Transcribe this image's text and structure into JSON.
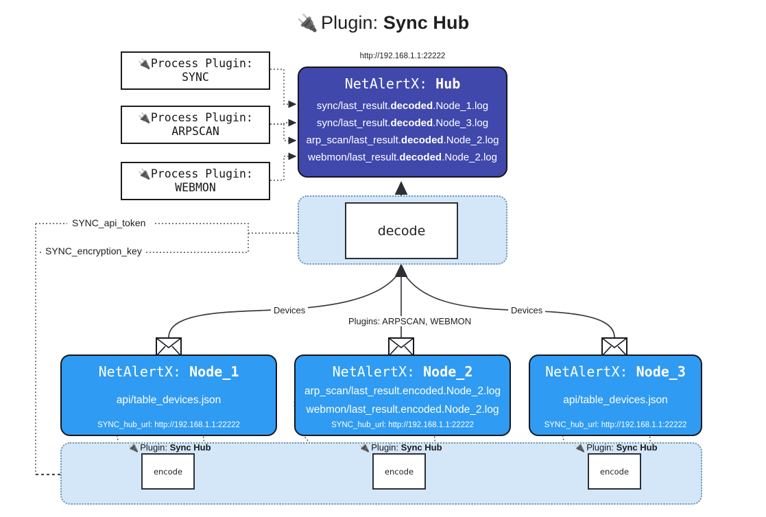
{
  "title": {
    "icon": "plug-icon",
    "prefix": "Plugin:",
    "name": "Sync Hub"
  },
  "process_plugins": [
    {
      "icon": "plug-icon",
      "line1": "Process Plugin:",
      "line2": "SYNC"
    },
    {
      "icon": "plug-icon",
      "line1": "Process Plugin:",
      "line2": "ARPSCAN"
    },
    {
      "icon": "plug-icon",
      "line1": "Process Plugin:",
      "line2": "WEBMON"
    }
  ],
  "hub": {
    "url": "http://192.168.1.1:22222",
    "title_prefix": "NetAlertX:",
    "title_name": "Hub",
    "lines": [
      {
        "pre": "sync/last_result.",
        "mid": "decoded",
        "post": ".Node_1.log"
      },
      {
        "pre": "sync/last_result.",
        "mid": "decoded",
        "post": ".Node_3.log"
      },
      {
        "pre": "arp_scan/last_result.",
        "mid": "decoded",
        "post": ".Node_2.log"
      },
      {
        "pre": "webmon/last_result.",
        "mid": "decoded",
        "post": ".Node_2.log"
      }
    ],
    "color": "#4048ac"
  },
  "decode": {
    "label": "decode",
    "region_color": "#d4e7f9"
  },
  "tokens": {
    "api_token": "SYNC_api_token",
    "encryption_key": "SYNC_encryption_key"
  },
  "edge_labels": {
    "devices_left": "Devices",
    "devices_right": "Devices",
    "plugins_center": "Plugins: ARPSCAN, WEBMON"
  },
  "nodes": [
    {
      "title_prefix": "NetAlertX:",
      "title_name": "Node_1",
      "lines": [
        "api/table_devices.json"
      ],
      "footer": "SYNC_hub_url: http://192.168.1.1:22222",
      "icon": "envelope-icon",
      "color": "#2f9bf2"
    },
    {
      "title_prefix": "NetAlertX:",
      "title_name": "Node_2",
      "lines": [
        "arp_scan/last_result.encoded.Node_2.log",
        "webmon/last_result.encoded.Node_2.log"
      ],
      "footer": "SYNC_hub_url: http://192.168.1.1:22222",
      "icon": "envelope-icon",
      "color": "#2f9bf2"
    },
    {
      "title_prefix": "NetAlertX:",
      "title_name": "Node_3",
      "lines": [
        "api/table_devices.json"
      ],
      "footer": "SYNC_hub_url: http://192.168.1.1:22222",
      "icon": "envelope-icon",
      "color": "#2f9bf2"
    }
  ],
  "encoders": [
    {
      "caption_icon": "plug-icon",
      "caption_prefix": "Plugin:",
      "caption_name": "Sync Hub",
      "label": "encode"
    },
    {
      "caption_icon": "plug-icon",
      "caption_prefix": "Plugin:",
      "caption_name": "Sync Hub",
      "label": "encode"
    },
    {
      "caption_icon": "plug-icon",
      "caption_prefix": "Plugin:",
      "caption_name": "Sync Hub",
      "label": "encode"
    }
  ]
}
